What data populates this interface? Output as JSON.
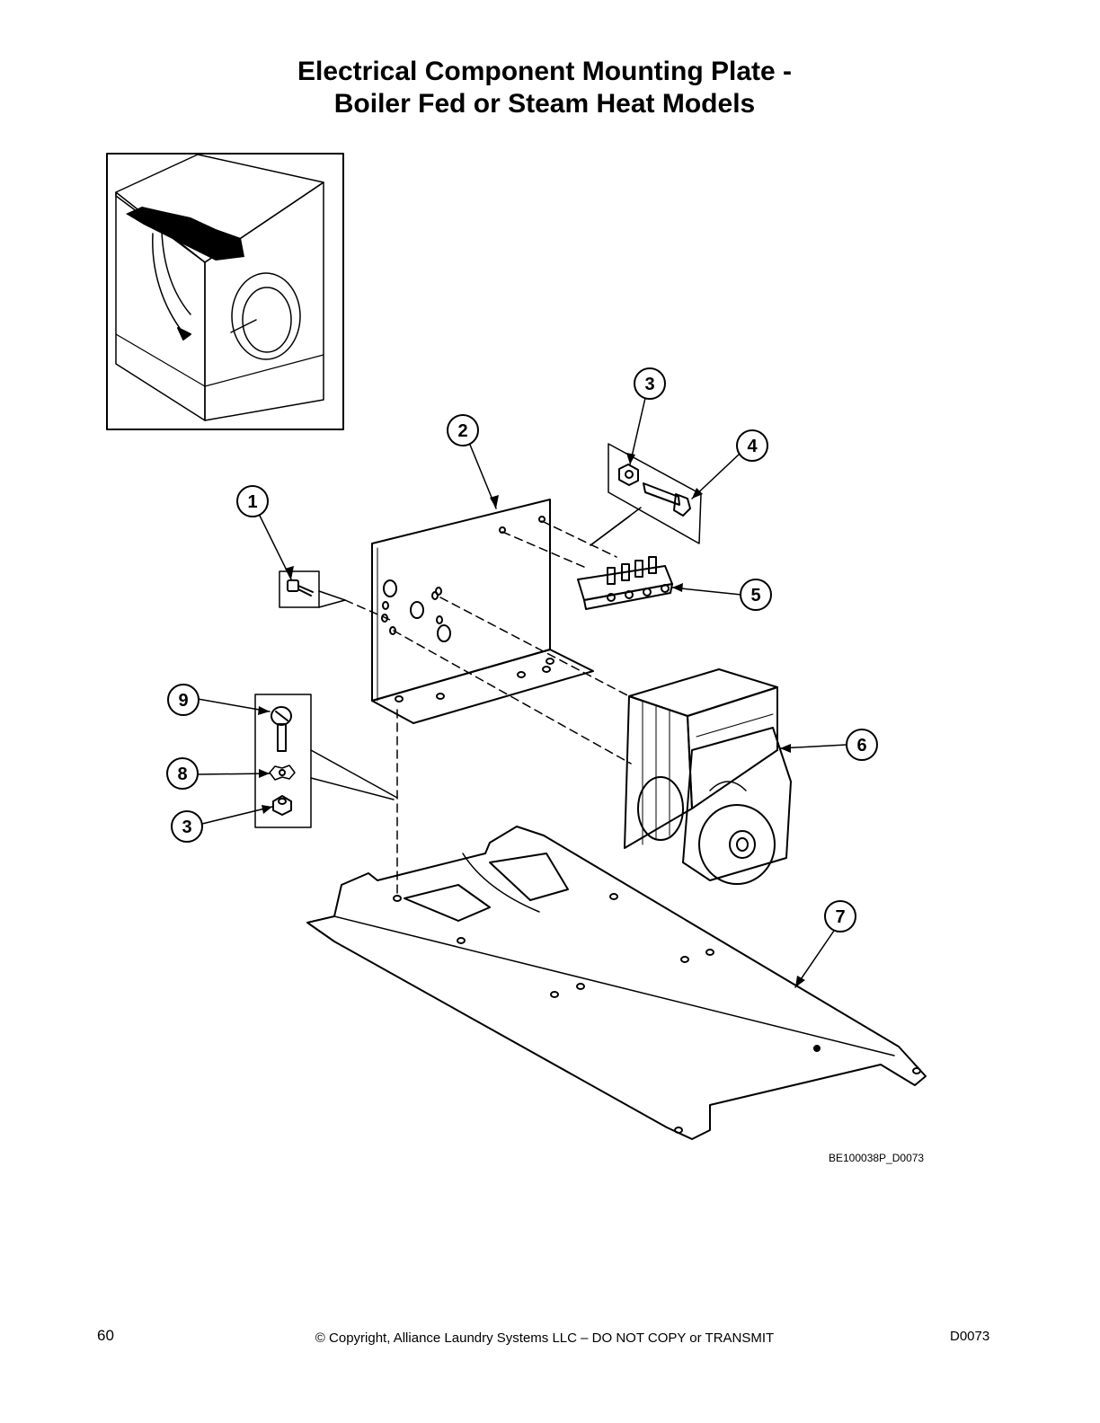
{
  "header": {
    "title_line1": "Electrical Component Mounting Plate -",
    "title_line2": "Boiler Fed or Steam Heat Models"
  },
  "diagram": {
    "callouts": [
      {
        "id": "callout-1",
        "label": "1"
      },
      {
        "id": "callout-2",
        "label": "2"
      },
      {
        "id": "callout-3-top",
        "label": "3"
      },
      {
        "id": "callout-4",
        "label": "4"
      },
      {
        "id": "callout-5",
        "label": "5"
      },
      {
        "id": "callout-6",
        "label": "6"
      },
      {
        "id": "callout-7",
        "label": "7"
      },
      {
        "id": "callout-8",
        "label": "8"
      },
      {
        "id": "callout-9",
        "label": "9"
      },
      {
        "id": "callout-3-bottom",
        "label": "3"
      }
    ],
    "drawing_id": "BE100038P_D0073"
  },
  "footer": {
    "page_number": "60",
    "copyright": "© Copyright, Alliance Laundry Systems LLC – DO NOT COPY or TRANSMIT",
    "doc_code": "D0073"
  }
}
